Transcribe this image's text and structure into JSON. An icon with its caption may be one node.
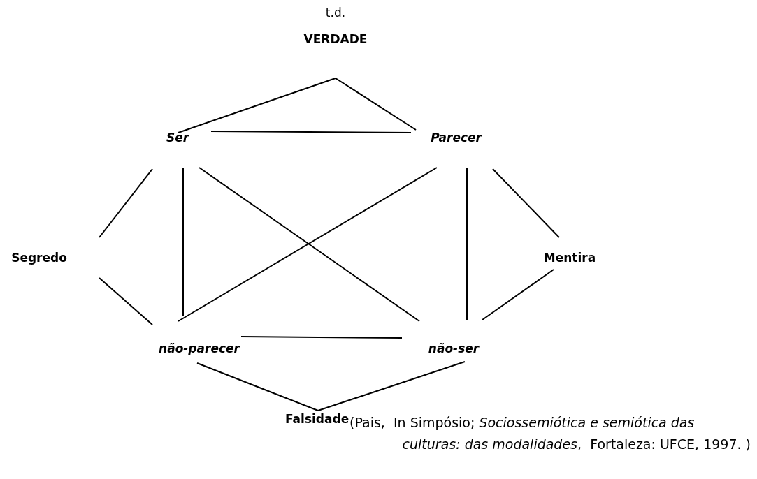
{
  "diagram": {
    "nodes": [
      {
        "text": [
          "VERDADE"
        ]
      },
      {
        "text": [
          "Ser"
        ]
      },
      {
        "text": [
          "Parecer"
        ]
      },
      {
        "text": [
          "Segredo"
        ]
      },
      {
        "text": [
          "Mentira"
        ]
      },
      {
        "text": [
          "não-parecer"
        ]
      },
      {
        "text": [
          "não-ser"
        ]
      },
      {
        "text": [
          "Falsidade"
        ],
        "beside": [
          "(Pais,  In Simpósio; *Sociossemiótica e semiótica das culturas: das modalidades*,  Fortaleza: UFCE, 1997. )"
        ]
      }
    ],
    "edges": [
      {
        "from": 0,
        "to": 1,
        "arrow": "none"
      },
      {
        "from": 0,
        "to": 2,
        "arrow": "none"
      },
      {
        "from": 1,
        "to": 2,
        "arrow": "none"
      },
      {
        "from": 1,
        "to": 3,
        "arrow": "none"
      },
      {
        "from": 2,
        "to": 4,
        "arrow": "none"
      },
      {
        "from": 1,
        "to": 5,
        "arrow": "none"
      },
      {
        "from": 1,
        "to": 6,
        "arrow": "none"
      },
      {
        "from": 2,
        "to": 5,
        "arrow": "none"
      },
      {
        "from": 2,
        "to": 6,
        "arrow": "none"
      },
      {
        "from": 3,
        "to": 5,
        "arrow": "none"
      },
      {
        "from": 4,
        "to": 6,
        "arrow": "none"
      },
      {
        "from": 5,
        "to": 6,
        "arrow": "none"
      },
      {
        "from": 5,
        "to": 7,
        "arrow": "none"
      },
      {
        "from": 6,
        "to": 7,
        "arrow": "none"
      }
    ],
    "labels": [
      "t.d."
    ]
  }
}
